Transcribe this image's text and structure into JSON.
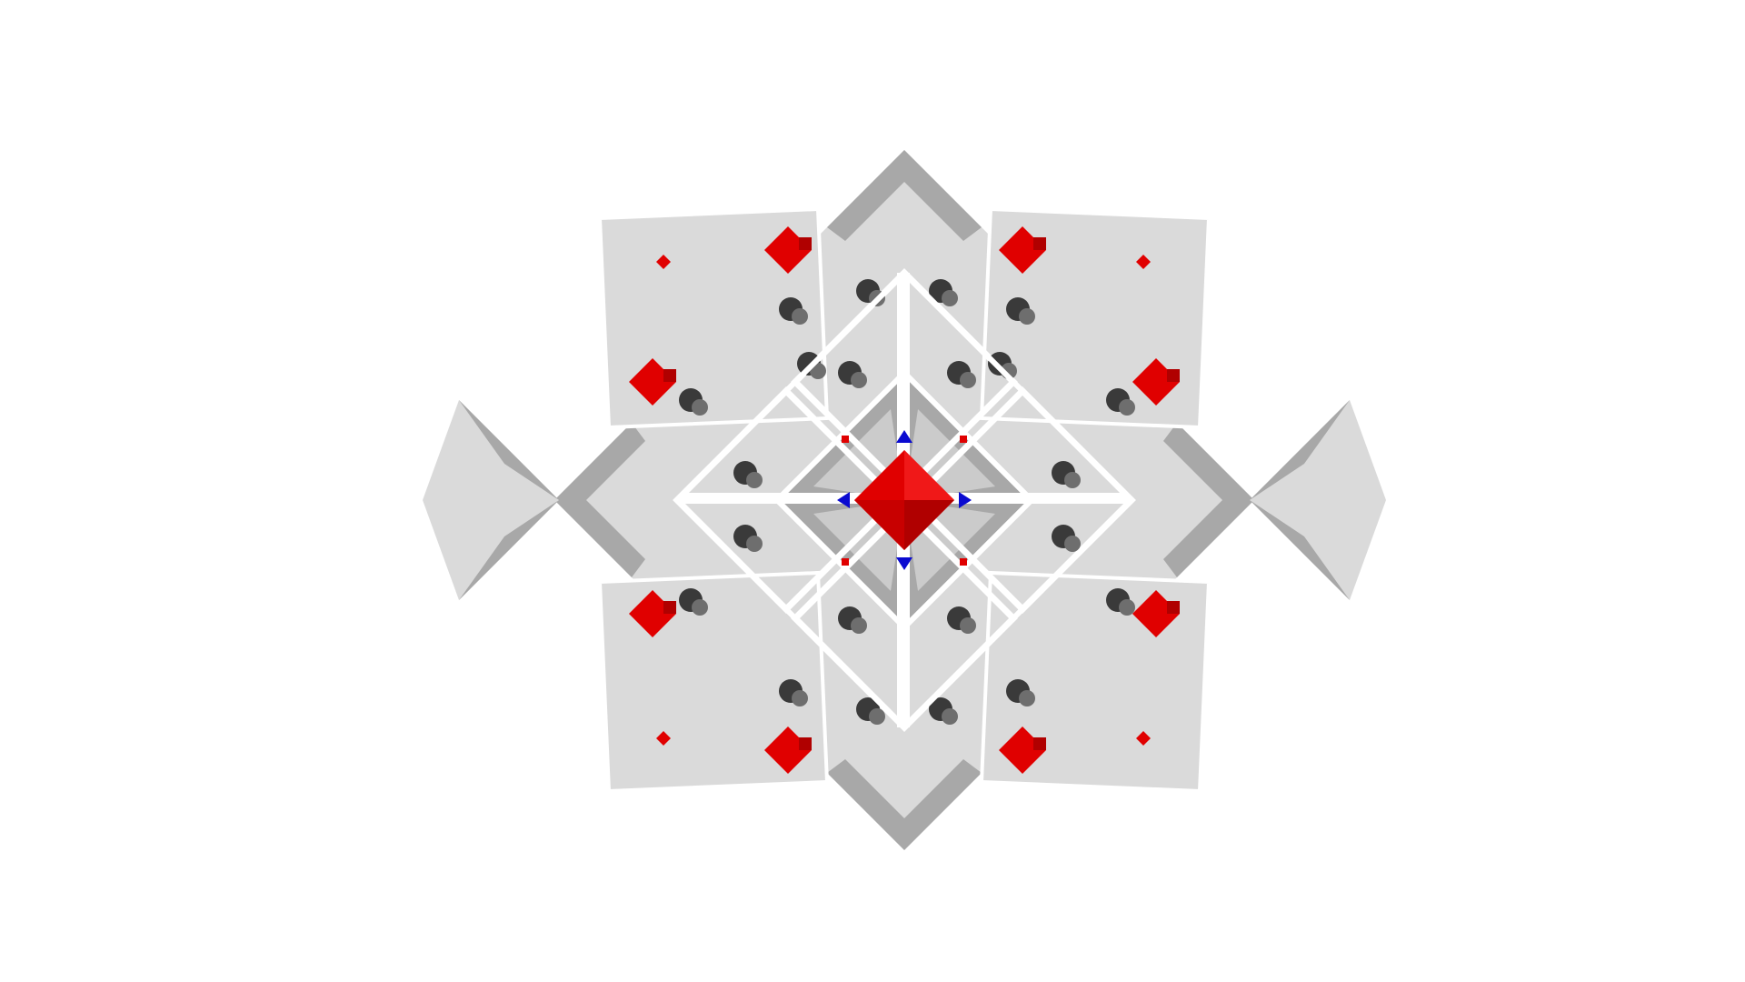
{
  "scene": {
    "description_visible_text": "",
    "colors": {
      "background": "#ffffff",
      "panel_light": "#dadada",
      "panel_mid": "#a8a8a8",
      "panel_dark": "#3a3a3a",
      "panel_shadow": "#6e6e6e",
      "edge": "#ffffff",
      "accent_red": "#e00000",
      "accent_red_dark": "#b00000",
      "accent_blue": "#0a0ad0"
    },
    "symmetry": "4-fold",
    "red_marker_count": 12,
    "small_red_marker_count": 4
  }
}
